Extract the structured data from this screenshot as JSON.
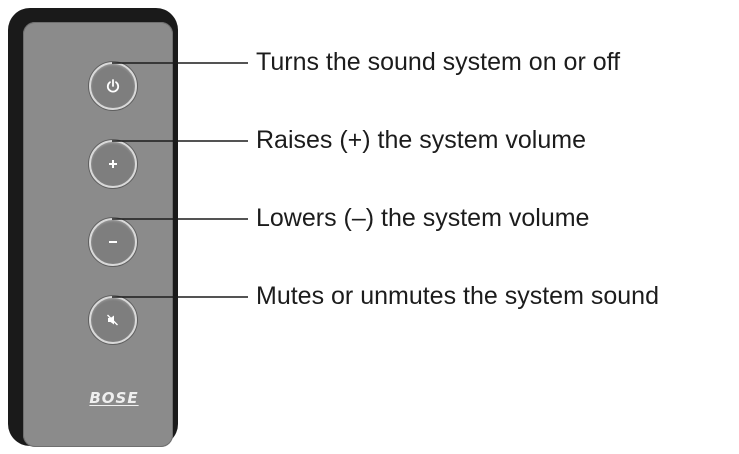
{
  "remote": {
    "brand": "BOSE",
    "buttons": [
      {
        "icon": "power-icon",
        "label": "Turns the sound system on or off"
      },
      {
        "icon": "plus-icon",
        "label": "Raises (+) the system volume"
      },
      {
        "icon": "minus-icon",
        "label": "Lowers (–) the system volume"
      },
      {
        "icon": "mute-icon",
        "label": "Mutes or unmutes the system sound"
      }
    ]
  },
  "colors": {
    "remote_frame": "#1a1a1a",
    "remote_body": "#8b8b8b",
    "button_ring": "#d9d9d9",
    "label_text": "#1c1c1c"
  }
}
